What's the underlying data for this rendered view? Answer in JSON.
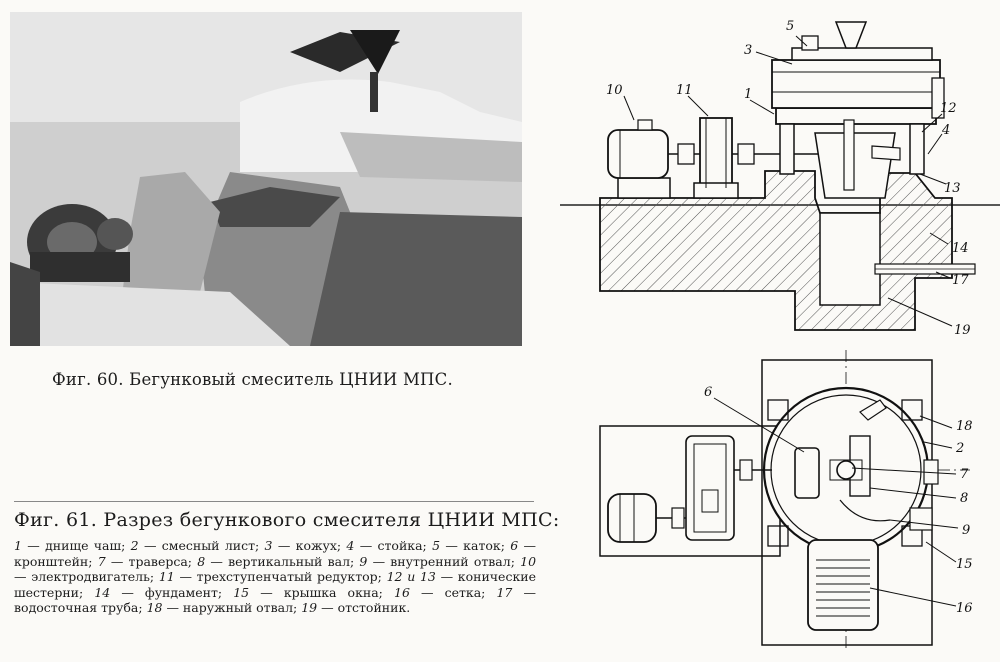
{
  "fig60": {
    "caption": "Фиг. 60. Бегунковый смеситель ЦНИИ МПС."
  },
  "fig61": {
    "caption": "Фиг. 61. Разрез бегункового смесителя ЦНИИ МПС:",
    "legend": [
      {
        "n": "1",
        "text": "днище чаш;"
      },
      {
        "n": "2",
        "text": "смесный лист;"
      },
      {
        "n": "3",
        "text": "кожух;"
      },
      {
        "n": "4",
        "text": "стойка;"
      },
      {
        "n": "5",
        "text": "каток;"
      },
      {
        "n": "6",
        "text": "кронштейн;"
      },
      {
        "n": "7",
        "text": "траверса;"
      },
      {
        "n": "8",
        "text": "вертикальный вал;"
      },
      {
        "n": "9",
        "text": "внутренний отвал;"
      },
      {
        "n": "10",
        "text": "электродвигатель;"
      },
      {
        "n": "11",
        "text": "трехступенчатый редуктор;"
      },
      {
        "n": "12 и 13",
        "text": "конические шестерни;"
      },
      {
        "n": "14",
        "text": "фундамент;"
      },
      {
        "n": "15",
        "text": "крышка окна;"
      },
      {
        "n": "16",
        "text": "сетка;"
      },
      {
        "n": "17",
        "text": "водосточная труба;"
      },
      {
        "n": "18",
        "text": "наружный отвал;"
      },
      {
        "n": "19",
        "text": "отстойник."
      }
    ],
    "section_labels": [
      "5",
      "3",
      "10",
      "11",
      "1",
      "12",
      "4",
      "13",
      "14",
      "17",
      "19"
    ],
    "plan_labels": [
      "6",
      "18",
      "2",
      "7",
      "8",
      "9",
      "15",
      "16"
    ]
  }
}
